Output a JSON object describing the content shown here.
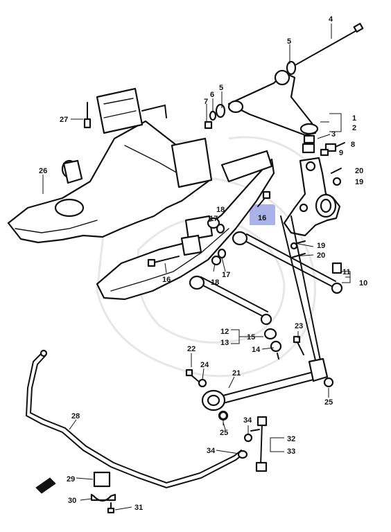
{
  "diagram": {
    "highlight_color": "#9aa6e6",
    "highlighted_callout": "16",
    "callouts": {
      "c4": "4",
      "c5a": "5",
      "c5b": "5",
      "c6": "6",
      "c7": "7",
      "c1": "1",
      "c2": "2",
      "c3": "3",
      "c8": "8",
      "c9": "9",
      "c20a": "20",
      "c19a": "19",
      "c27": "27",
      "c26": "26",
      "c16hl": "16",
      "c18a": "18",
      "c17a": "17",
      "c19b": "19",
      "c20b": "20",
      "c11": "11",
      "c10": "10",
      "c16b": "16",
      "c18b": "18",
      "c17b": "17",
      "c12": "12",
      "c13": "13",
      "c15": "15",
      "c14": "14",
      "c23": "23",
      "c22": "22",
      "c24": "24",
      "c21": "21",
      "c25a": "25",
      "c28": "28",
      "c34a": "34",
      "c25b": "25",
      "c32": "32",
      "c33": "33",
      "c34b": "34",
      "c29": "29",
      "c30": "30",
      "c31": "31"
    }
  }
}
